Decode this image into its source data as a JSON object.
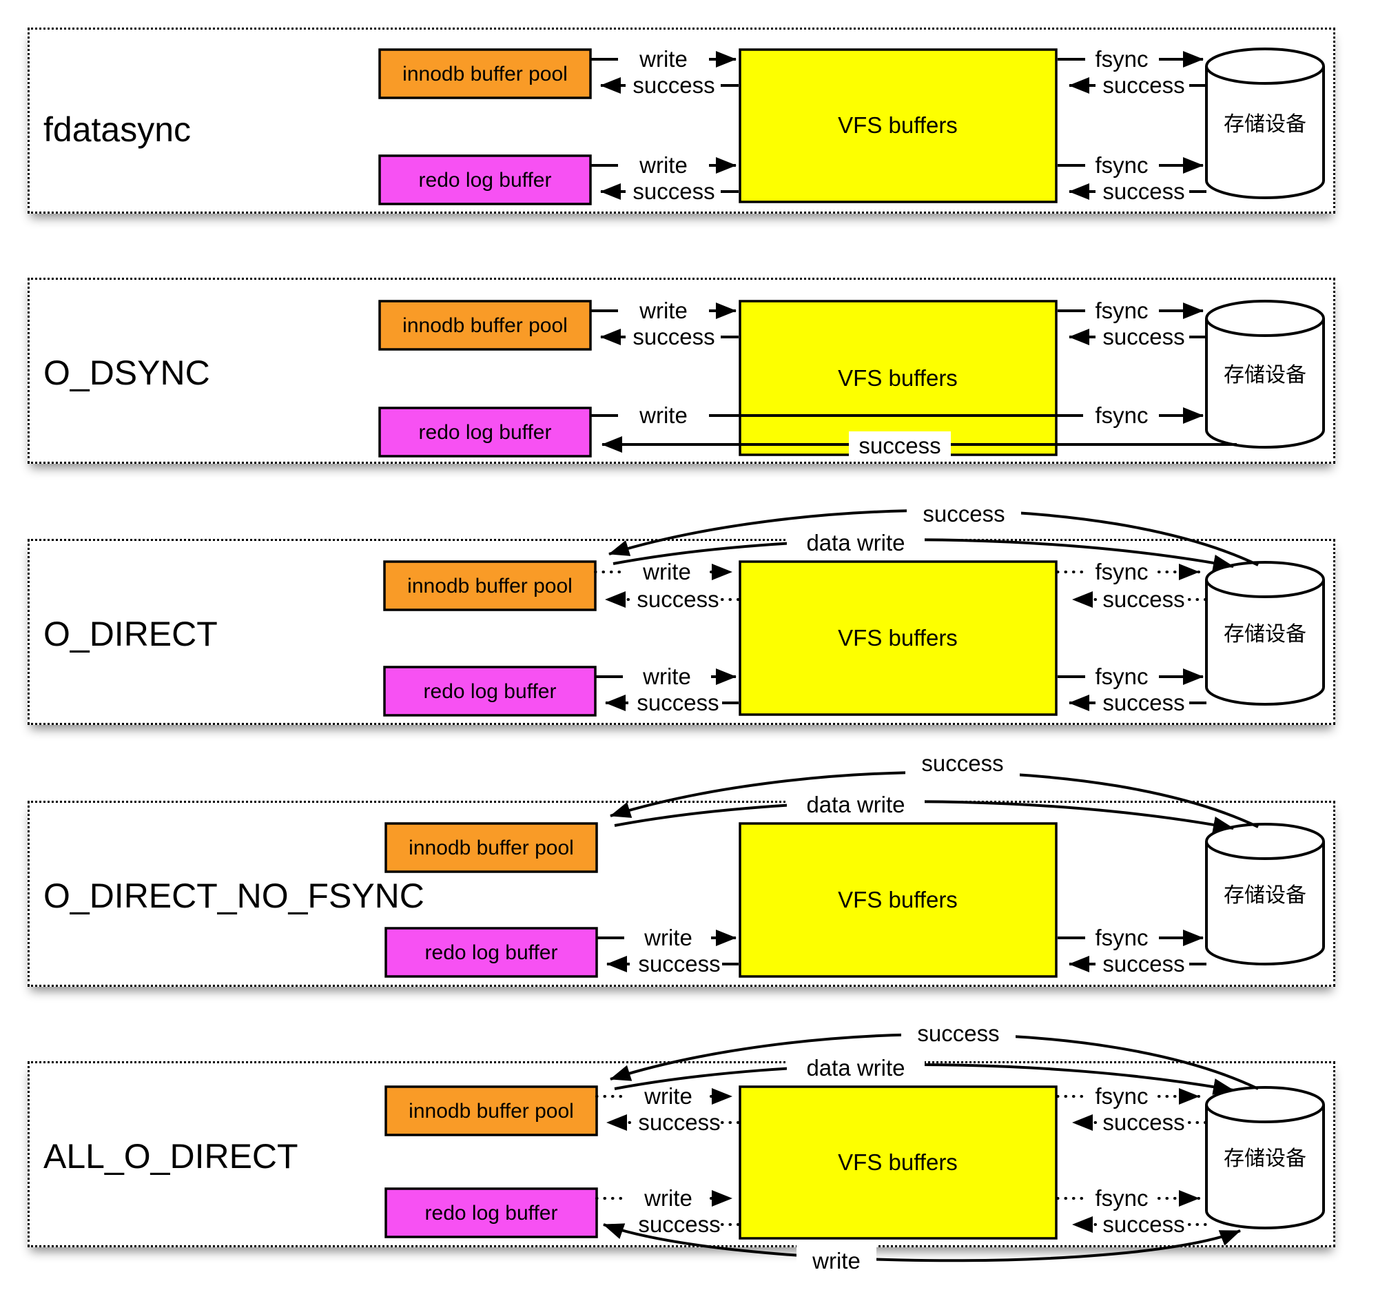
{
  "boxes": {
    "innodb": "innodb buffer pool",
    "redo": "redo log buffer",
    "vfs": "VFS buffers",
    "storage": "存储设备"
  },
  "labels": {
    "write": "write",
    "success": "success",
    "fsync": "fsync",
    "data_write": "data write"
  },
  "colors": {
    "innodb_box": "#F99B27",
    "redo_box": "#F751F3",
    "vfs_box": "#FDFF00",
    "line": "#000000",
    "panel_bg": "#FFFFFF"
  },
  "panels": [
    {
      "title": "fdatasync",
      "flows": [
        {
          "from": "innodb buffer pool",
          "to": "VFS buffers",
          "label": "write",
          "style": "solid"
        },
        {
          "from": "VFS buffers",
          "to": "innodb buffer pool",
          "label": "success",
          "style": "solid"
        },
        {
          "from": "VFS buffers",
          "to": "存储设备",
          "label": "fsync",
          "style": "solid"
        },
        {
          "from": "存储设备",
          "to": "VFS buffers",
          "label": "success",
          "style": "solid"
        },
        {
          "from": "redo log buffer",
          "to": "VFS buffers",
          "label": "write",
          "style": "solid"
        },
        {
          "from": "VFS buffers",
          "to": "redo log buffer",
          "label": "success",
          "style": "solid"
        },
        {
          "from": "VFS buffers",
          "to": "存储设备",
          "label": "fsync",
          "style": "solid"
        },
        {
          "from": "存储设备",
          "to": "VFS buffers",
          "label": "success",
          "style": "solid"
        }
      ]
    },
    {
      "title": "O_DSYNC",
      "flows": [
        {
          "from": "innodb buffer pool",
          "to": "VFS buffers",
          "label": "write",
          "style": "solid"
        },
        {
          "from": "VFS buffers",
          "to": "innodb buffer pool",
          "label": "success",
          "style": "solid"
        },
        {
          "from": "VFS buffers",
          "to": "存储设备",
          "label": "fsync",
          "style": "solid"
        },
        {
          "from": "存储设备",
          "to": "VFS buffers",
          "label": "success",
          "style": "solid"
        },
        {
          "from": "redo log buffer",
          "to": "存储设备",
          "label": "write + fsync",
          "style": "solid-through-vfs"
        },
        {
          "from": "存储设备",
          "to": "redo log buffer",
          "label": "success",
          "style": "solid-direct"
        }
      ]
    },
    {
      "title": "O_DIRECT",
      "flows": [
        {
          "from": "innodb buffer pool",
          "to": "存储设备",
          "label": "data write",
          "style": "curved"
        },
        {
          "from": "存储设备",
          "to": "innodb buffer pool",
          "label": "success",
          "style": "curved"
        },
        {
          "from": "innodb buffer pool",
          "to": "VFS buffers",
          "label": "write",
          "style": "dotted"
        },
        {
          "from": "VFS buffers",
          "to": "innodb buffer pool",
          "label": "success",
          "style": "dotted"
        },
        {
          "from": "VFS buffers",
          "to": "存储设备",
          "label": "fsync",
          "style": "dotted"
        },
        {
          "from": "存储设备",
          "to": "VFS buffers",
          "label": "success",
          "style": "dotted"
        },
        {
          "from": "redo log buffer",
          "to": "VFS buffers",
          "label": "write",
          "style": "solid"
        },
        {
          "from": "VFS buffers",
          "to": "redo log buffer",
          "label": "success",
          "style": "solid"
        },
        {
          "from": "VFS buffers",
          "to": "存储设备",
          "label": "fsync",
          "style": "solid"
        },
        {
          "from": "存储设备",
          "to": "VFS buffers",
          "label": "success",
          "style": "solid"
        }
      ]
    },
    {
      "title": "O_DIRECT_NO_FSYNC",
      "flows": [
        {
          "from": "innodb buffer pool",
          "to": "存储设备",
          "label": "data write",
          "style": "curved"
        },
        {
          "from": "存储设备",
          "to": "innodb buffer pool",
          "label": "success",
          "style": "curved"
        },
        {
          "from": "redo log buffer",
          "to": "VFS buffers",
          "label": "write",
          "style": "solid"
        },
        {
          "from": "VFS buffers",
          "to": "redo log buffer",
          "label": "success",
          "style": "solid"
        },
        {
          "from": "VFS buffers",
          "to": "存储设备",
          "label": "fsync",
          "style": "solid"
        },
        {
          "from": "存储设备",
          "to": "VFS buffers",
          "label": "success",
          "style": "solid"
        }
      ]
    },
    {
      "title": "ALL_O_DIRECT",
      "flows": [
        {
          "from": "innodb buffer pool",
          "to": "存储设备",
          "label": "data write",
          "style": "curved"
        },
        {
          "from": "存储设备",
          "to": "innodb buffer pool",
          "label": "success",
          "style": "curved"
        },
        {
          "from": "redo log buffer",
          "to": "存储设备",
          "label": "write",
          "style": "curved"
        },
        {
          "from": "存储设备",
          "to": "redo log buffer",
          "label": "success",
          "style": "curved"
        },
        {
          "from": "innodb buffer pool",
          "to": "VFS buffers",
          "label": "write",
          "style": "dotted"
        },
        {
          "from": "VFS buffers",
          "to": "innodb buffer pool",
          "label": "success",
          "style": "dotted"
        },
        {
          "from": "redo log buffer",
          "to": "VFS buffers",
          "label": "write",
          "style": "dotted"
        },
        {
          "from": "VFS buffers",
          "to": "redo log buffer",
          "label": "success",
          "style": "dotted"
        },
        {
          "from": "VFS buffers",
          "to": "存储设备",
          "label": "fsync",
          "style": "dotted"
        },
        {
          "from": "存储设备",
          "to": "VFS buffers",
          "label": "success",
          "style": "dotted"
        }
      ]
    }
  ]
}
